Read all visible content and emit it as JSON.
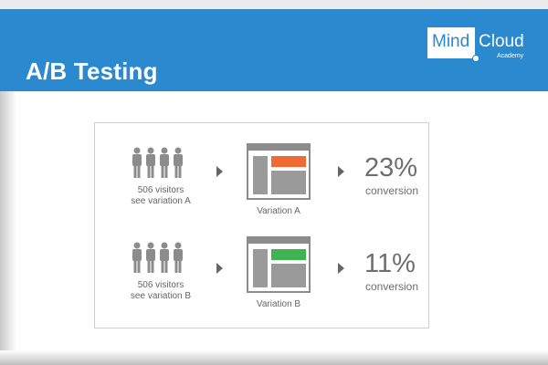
{
  "header": {
    "title": "A/B Testing",
    "logo": {
      "mind": "Mind",
      "cloud": "Cloud",
      "academy": "Academy"
    }
  },
  "colors": {
    "header_blue": "#2b89cf",
    "variation_a_highlight": "#f16a34",
    "variation_b_highlight": "#3fb34f",
    "gray": "#8c8c8c"
  },
  "icons": [
    "person-icon",
    "arrow-right-icon",
    "webpage-mockup-icon"
  ],
  "rows": [
    {
      "visitors_line1": "506  visitors",
      "visitors_line2": "see variation A",
      "variation_label": "Variation  A",
      "percent": "23%",
      "conversion": "conversion"
    },
    {
      "visitors_line1": "506  visitors",
      "visitors_line2": "see variation B",
      "variation_label": "Variation  B",
      "percent": "11%",
      "conversion": "conversion"
    }
  ]
}
